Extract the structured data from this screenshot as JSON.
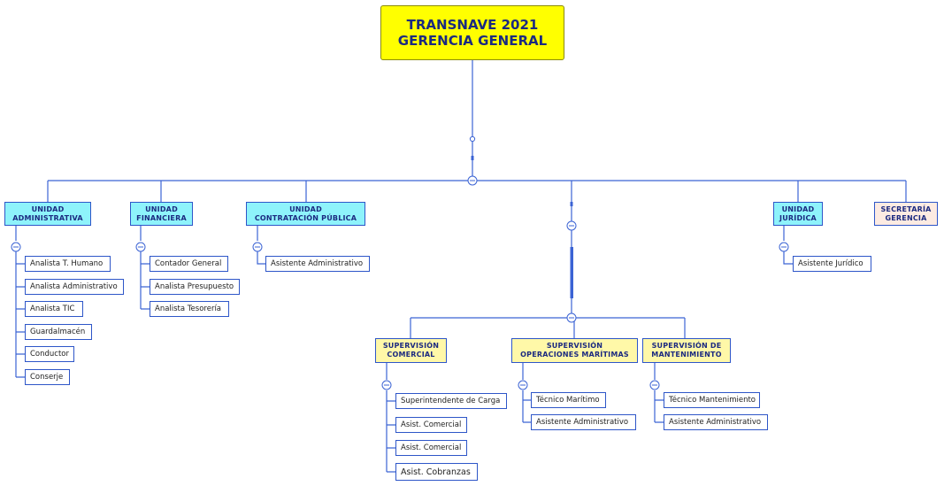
{
  "root": {
    "line1": "TRANSNAVE 2021",
    "line2": "GERENCIA GENERAL"
  },
  "units": {
    "administrativa": {
      "label": "UNIDAD\nADMINISTRATIVA",
      "children": [
        "Analista T. Humano",
        "Analista Administrativo",
        "Analista TIC",
        "Guardalmacén",
        "Conductor",
        "Conserje"
      ]
    },
    "financiera": {
      "label": "UNIDAD\nFINANCIERA",
      "children": [
        "Contador General",
        "Analista Presupuesto",
        "Analista Tesorería"
      ]
    },
    "contratacion": {
      "label": "UNIDAD\nCONTRATACIÓN PÚBLICA",
      "children": [
        "Asistente Administrativo"
      ]
    },
    "juridica": {
      "label": "UNIDAD\nJURÍDICA",
      "children": [
        "Asistente Jurídico"
      ]
    },
    "secretaria": {
      "label": "SECRETARÍA\nGERENCIA"
    }
  },
  "supervisions": {
    "comercial": {
      "label": "SUPERVISIÓN\nCOMERCIAL",
      "children": [
        "Superintendente de Carga",
        "Asist. Comercial",
        "Asist. Comercial",
        "Asist. Cobranzas"
      ]
    },
    "operaciones": {
      "label": "SUPERVISIÓN\nOPERACIONES MARÍTIMAS",
      "children": [
        "Técnico Marítimo",
        "Asistente Administrativo"
      ]
    },
    "mantenimiento": {
      "label": "SUPERVISIÓN DE\nMANTENIMIENTO",
      "children": [
        "Técnico Mantenimiento",
        "Asistente Administrativo"
      ]
    }
  },
  "colors": {
    "line": "#3b63d4",
    "root": "#ffff00",
    "unit": "#8ef3fb",
    "supervision": "#fff8a8",
    "secretaria": "#fdebe2"
  }
}
